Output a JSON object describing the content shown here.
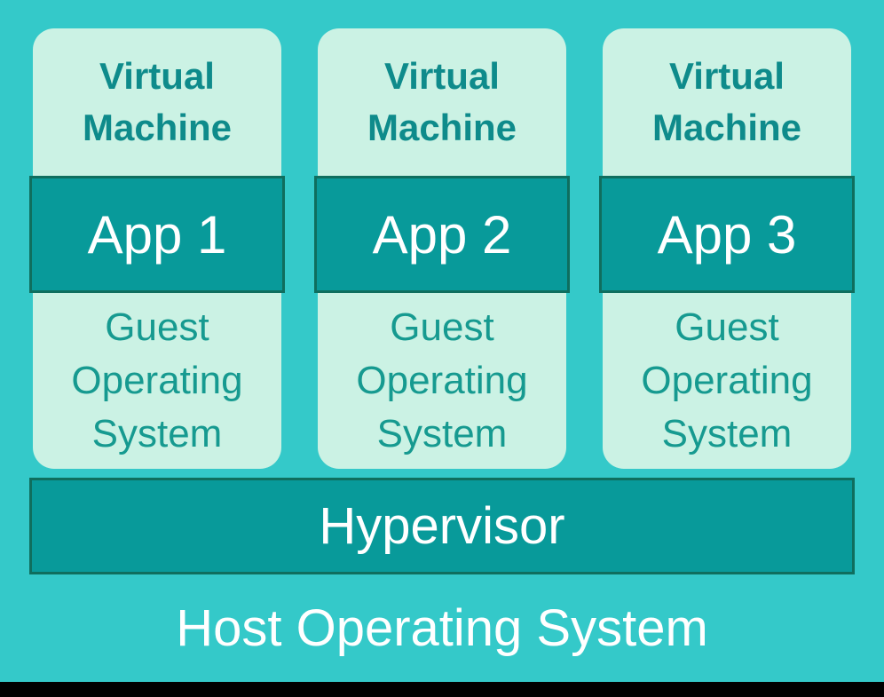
{
  "diagram": {
    "vms": [
      {
        "title": "Virtual Machine",
        "app": "App 1",
        "os": "Guest Operating System"
      },
      {
        "title": "Virtual Machine",
        "app": "App 2",
        "os": "Guest Operating System"
      },
      {
        "title": "Virtual Machine",
        "app": "App 3",
        "os": "Guest Operating System"
      }
    ],
    "hypervisor": {
      "label": "Hypervisor"
    },
    "host_os": {
      "label": "Host Operating System"
    },
    "colors": {
      "background": "#34c9c9",
      "card": "#cbf2e4",
      "box_fill": "#089a9a",
      "box_border": "#0f6e5e",
      "vm_title_text": "#0e8b8b",
      "guest_text": "#169a90",
      "light_text": "#ffffff",
      "letterbox": "#000000"
    }
  }
}
